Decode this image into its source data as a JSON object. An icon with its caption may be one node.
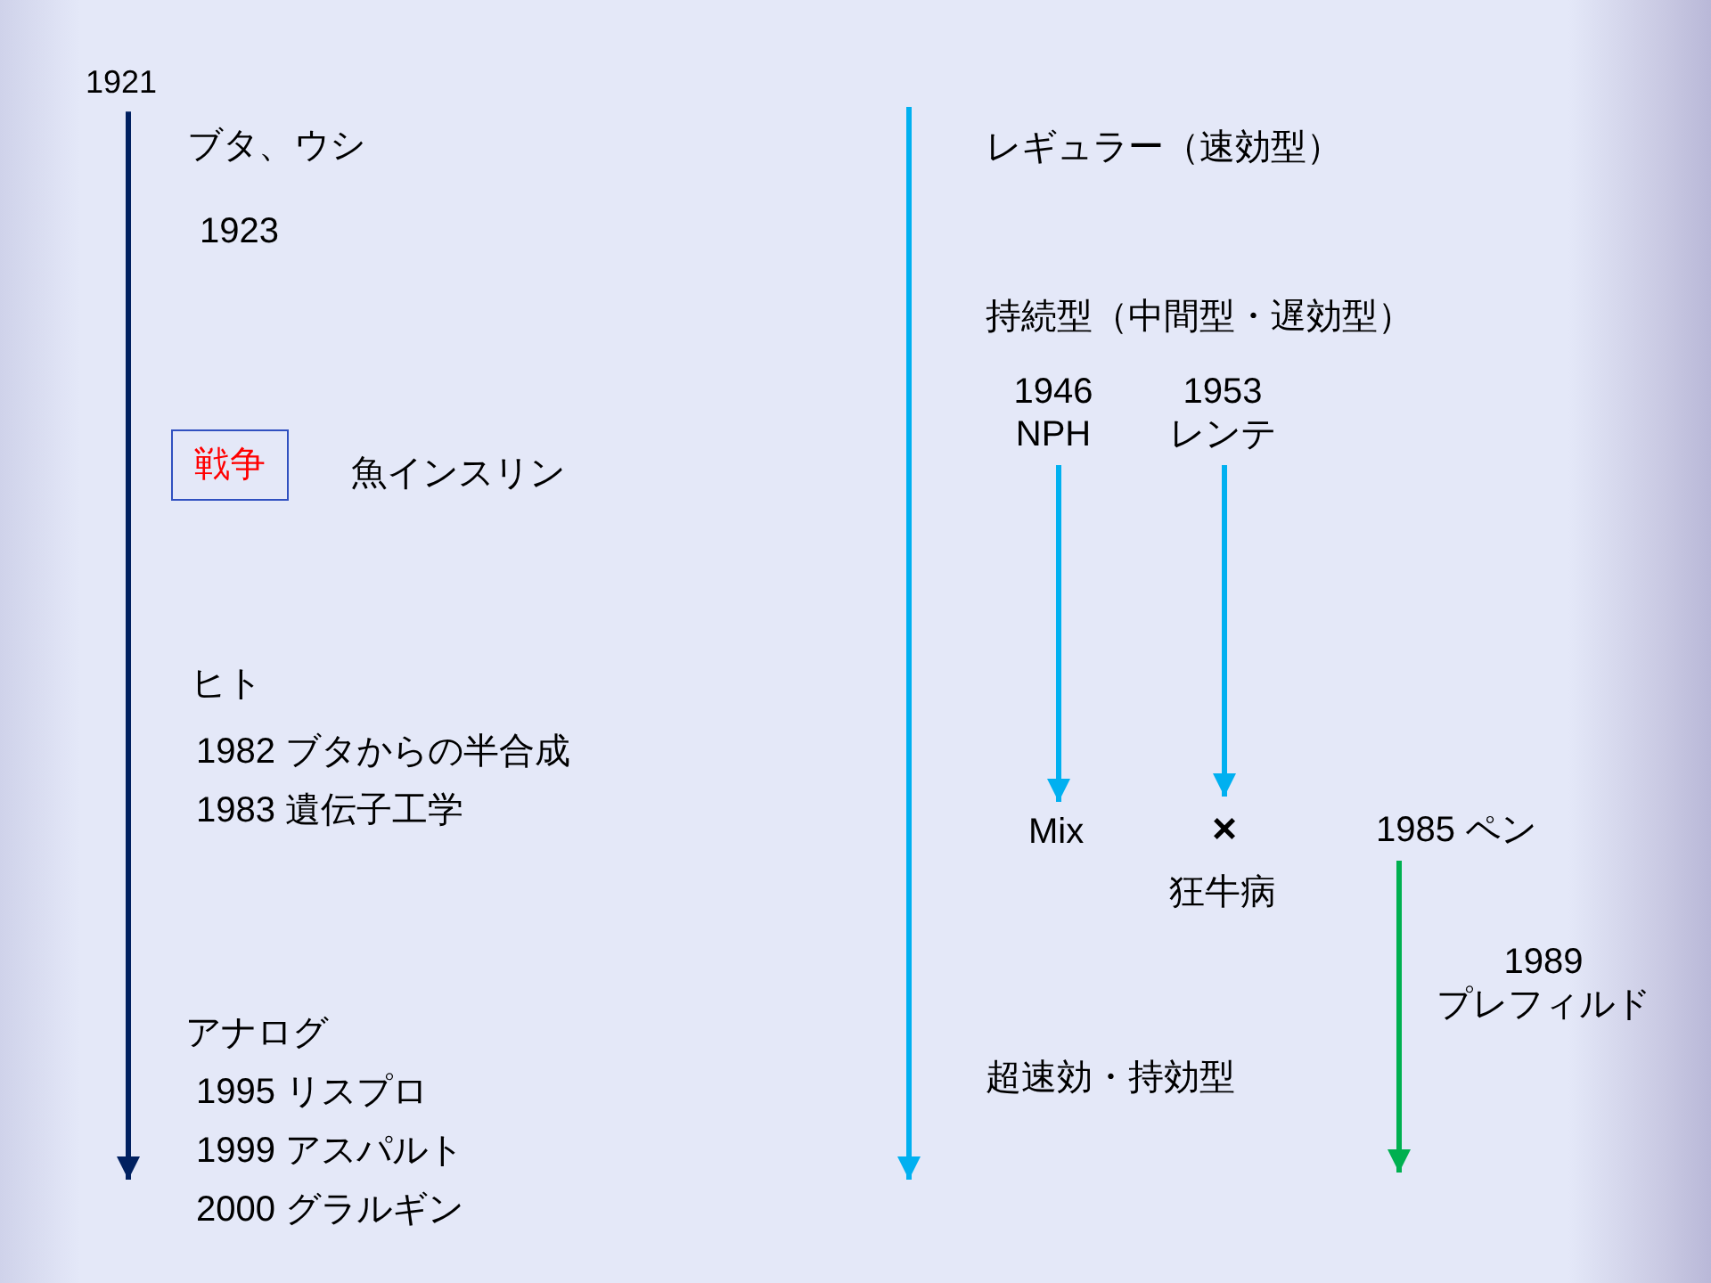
{
  "diagram": {
    "nodes": [
      {
        "text": [
          "1921"
        ]
      },
      {
        "text": [
          "戦争"
        ]
      },
      {
        "text": [
          "1946 NPH"
        ]
      },
      {
        "text": [
          "1953 レンテ"
        ]
      },
      {
        "text": [
          "Mix"
        ]
      },
      {
        "text": [
          "×"
        ],
        "beside": [
          "狂牛病"
        ]
      },
      {
        "text": [
          "1985 ペン"
        ]
      }
    ],
    "edges": [
      {
        "from": 0,
        "to": null,
        "arrow": "to",
        "color": "#002060"
      },
      {
        "from": 2,
        "to": 4,
        "arrow": "to"
      },
      {
        "from": 3,
        "to": 5,
        "arrow": "to"
      },
      {
        "from": 6,
        "to": null,
        "arrow": "to",
        "label": "1989 プレフィルド",
        "color": "#00b050"
      }
    ],
    "labels": [
      "ブタ、ウシ",
      "1923",
      "魚インスリン",
      "ヒト",
      "1982 ブタからの半合成",
      "1983 遺伝子工学",
      "アナログ",
      "1995 リスプロ",
      "1999 アスパルト",
      "2000 グラルギン",
      "レギュラー（速効型）",
      "持続型（中間型・遅効型）",
      "超速効・持効型"
    ]
  }
}
